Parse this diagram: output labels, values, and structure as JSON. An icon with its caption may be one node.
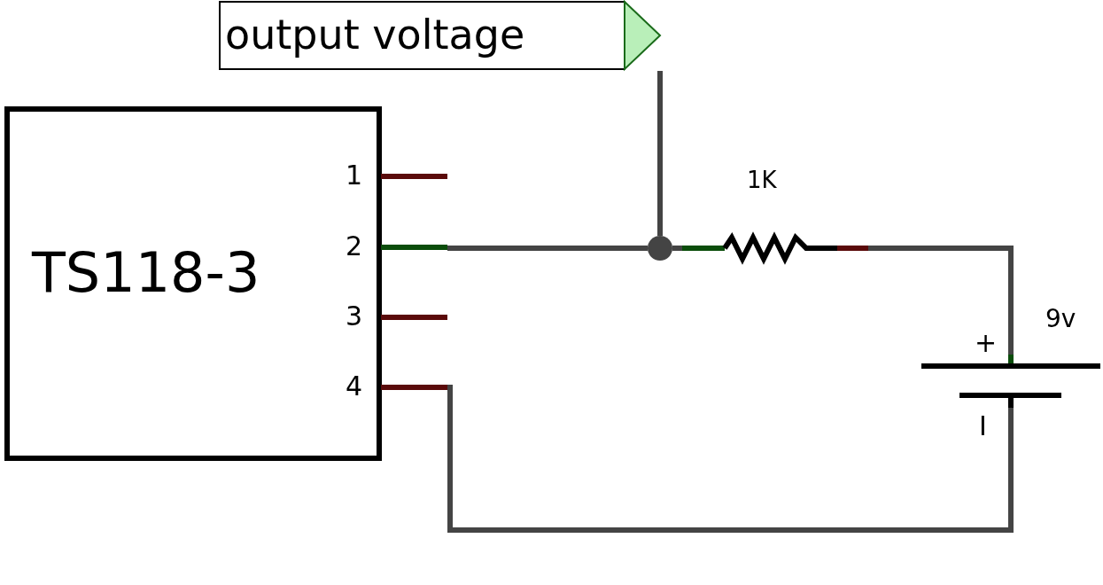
{
  "diagram": {
    "nodes": [
      {
        "text": [
          "output voltage"
        ]
      },
      {
        "text": [
          "TS118-3",
          "1",
          "2",
          "3",
          "4"
        ]
      },
      {
        "text": [],
        "shape": "circle"
      },
      {
        "text": [],
        "shape": "resistor",
        "beside": [
          "1K"
        ]
      },
      {
        "text": [],
        "shape": "battery",
        "beside": [
          "9v",
          "+",
          "I"
        ]
      }
    ],
    "edges": [
      {
        "from": 1,
        "to": 2,
        "arrow": "none"
      },
      {
        "from": 2,
        "to": 0,
        "arrow": "none"
      },
      {
        "from": 2,
        "to": 3,
        "arrow": "none"
      },
      {
        "from": 3,
        "to": 4,
        "arrow": "none"
      },
      {
        "from": 4,
        "to": 1,
        "arrow": "none"
      }
    ]
  }
}
